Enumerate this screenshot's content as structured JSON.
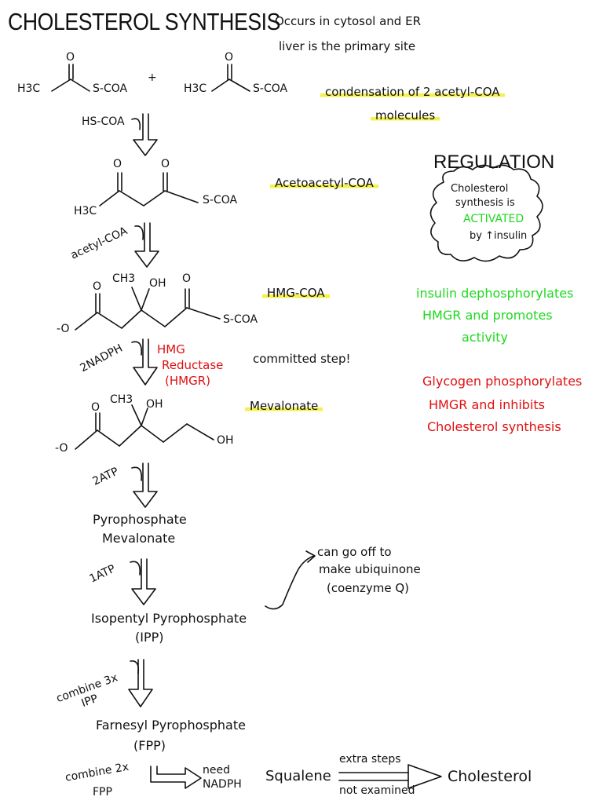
{
  "title": "CHOLESTEROL SYNTHESIS",
  "location_note": [
    "Occurs in cytosol and ER",
    "liver is the primary site"
  ],
  "step1": {
    "left_group": "H3C",
    "left_tail": "S-COA",
    "plus": "+",
    "right_group": "H3C",
    "right_tail": "S-COA",
    "o1": "O",
    "o2": "O",
    "note": [
      "condensation of 2 acetyl-COA",
      "molecules"
    ],
    "cofactor": "HS-COA"
  },
  "acetoacetyl": {
    "name": "Acetoacetyl-COA",
    "group": "H3C",
    "tail": "S-COA",
    "o1": "O",
    "o2": "O",
    "cofactor": "acetyl-COA"
  },
  "hmg": {
    "name": "HMG-COA",
    "ch3": "CH3",
    "oh": "OH",
    "o1": "O",
    "o2": "O",
    "neg_o": "-O",
    "tail": "S-COA",
    "cofactor": "2NADPH",
    "enzyme": [
      "HMG",
      "Reductase",
      "(HMGR)"
    ],
    "committed": "committed step!"
  },
  "mevalonate": {
    "name": "Mevalonate",
    "ch3": "CH3",
    "oh": "OH",
    "o1": "O",
    "neg_o": "-O",
    "tail_oh": "OH",
    "cofactor": "2ATP"
  },
  "pyro_mev": {
    "name": [
      "Pyrophosphate",
      "Mevalonate"
    ],
    "cofactor": "1ATP"
  },
  "ipp": {
    "name": [
      "Isopentyl Pyrophosphate",
      "(IPP)"
    ],
    "branch": [
      "can go off to",
      "make ubiquinone",
      "(coenzyme Q)"
    ],
    "cofactor": [
      "combine 3x",
      "IPP"
    ]
  },
  "fpp": {
    "name": [
      "Farnesyl Pyrophosphate",
      "(FPP)"
    ],
    "cofactor": [
      "combine 2x",
      "FPP"
    ],
    "need": [
      "need",
      "NADPH"
    ]
  },
  "final": {
    "squalene": "Squalene",
    "extra": "extra steps",
    "not_examined": "not examined",
    "cholesterol": "Cholesterol"
  },
  "regulation": {
    "heading": "REGULATION",
    "cloud": [
      "Cholesterol",
      "synthesis is",
      "ACTIVATED",
      "by ↑insulin"
    ],
    "insulin_note": [
      "insulin dephosphorylates",
      "HMGR and promotes",
      "activity"
    ],
    "glycogen_note": [
      "Glycogen phosphorylates",
      "HMGR and inhibits",
      "Cholesterol synthesis"
    ]
  },
  "colors": {
    "highlight": "#f6f04a",
    "green": "#1ed81e",
    "red": "#e01010",
    "ink": "#111111"
  }
}
